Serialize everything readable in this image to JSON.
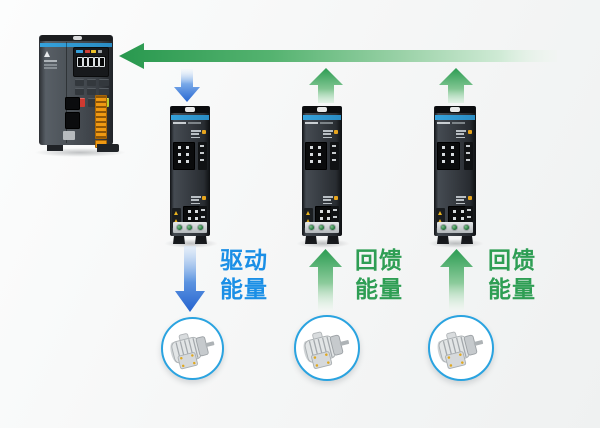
{
  "diagram": {
    "description": "servo-drive-energy-flow-diagram",
    "labels": {
      "drive_energy": {
        "line1": "驱动",
        "line2": "能量",
        "color": "#1b8fe6"
      },
      "feedback_energy_left": {
        "line1": "回馈",
        "line2": "能量",
        "color": "#2e9e54"
      },
      "feedback_energy_right": {
        "line1": "回馈",
        "line2": "能量",
        "color": "#2e9e54"
      }
    },
    "colors": {
      "bus_arrow_green": "#2f9e52",
      "drive_arrow_blue": "#2d6fd6",
      "label_blue": "#1b8fe6",
      "label_green": "#2e9e54",
      "motor_ring_blue": "#2aa3e0",
      "drive_stripe_blue": "#2f9fd9"
    },
    "icons": {
      "bus_arrow": "green-left-arrow-icon",
      "drive_down_arrows": "blue-down-arrow-icon",
      "feedback_up_arrows": "green-up-arrow-icon",
      "master_unit": "regen-power-supply-unit",
      "drive_units": [
        "servo-drive-1",
        "servo-drive-2",
        "servo-drive-3"
      ],
      "motors": [
        "motor-1",
        "motor-2",
        "motor-3"
      ]
    }
  }
}
